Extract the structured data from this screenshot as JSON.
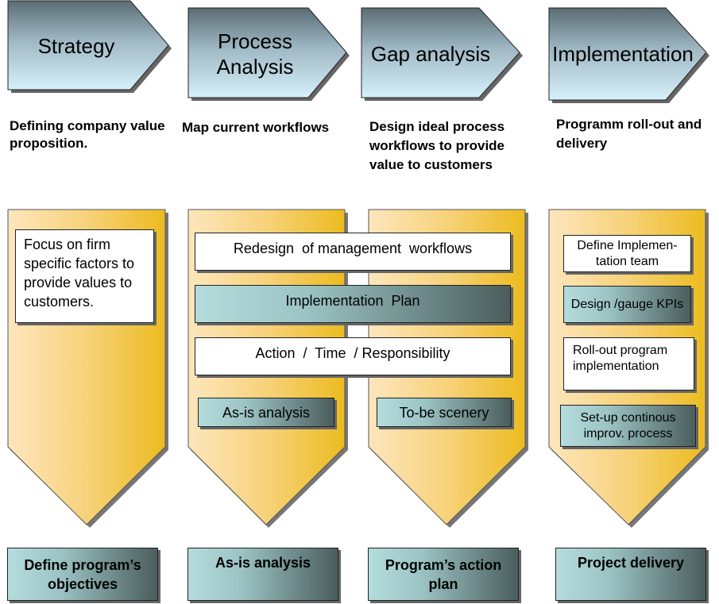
{
  "phases": [
    {
      "header": "Strategy",
      "description": "Defining company value proposition.",
      "note": "Focus on firm specific factors to provide values to customers.",
      "deliverable": "Define program’s objectives"
    },
    {
      "header": "Process Analysis",
      "description": "Map current workflows",
      "deliverable": "As-is analysis"
    },
    {
      "header": "Gap analysis",
      "description": "Design ideal process workflows to provide value to customers",
      "deliverable": "Program’s action plan"
    },
    {
      "header": "Implementation",
      "description": "Programm roll-out and delivery",
      "deliverable": "Project delivery"
    }
  ],
  "shared_boxes": {
    "redesign": "Redesign  of management  workflows",
    "implementation_plan": "Implementation  Plan",
    "action_time": "Action  /  Time  / Responsibility"
  },
  "analysis_boxes": {
    "as_is": "As-is analysis",
    "to_be": "To-be scenery"
  },
  "implementation_steps": [
    "Define Implemen-tation team",
    "Design /gauge KPIs",
    "Roll-out program implementation",
    "Set-up continous improv. process"
  ]
}
